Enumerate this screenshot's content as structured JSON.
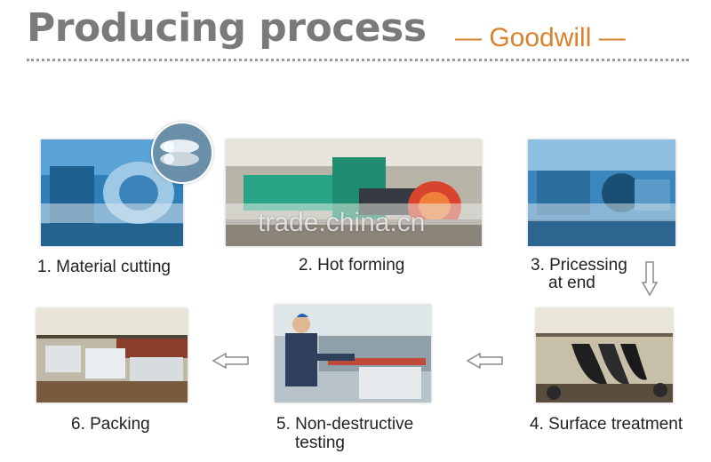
{
  "header": {
    "title": "Producing process",
    "brand": "— Goodwill —"
  },
  "watermark": "trade.china.cn",
  "steps": [
    {
      "label": "1. Material cutting"
    },
    {
      "label": "2. Hot forming"
    },
    {
      "label": "3. Pricessing",
      "label2": "at end"
    },
    {
      "label": "4. Surface treatment"
    },
    {
      "label": "5. Non-destructive",
      "label2": "testing"
    },
    {
      "label": "6. Packing"
    }
  ],
  "colors": {
    "title": "#7a7a7a",
    "brand": "#d9822b",
    "arrow": "#8a8a8a"
  }
}
